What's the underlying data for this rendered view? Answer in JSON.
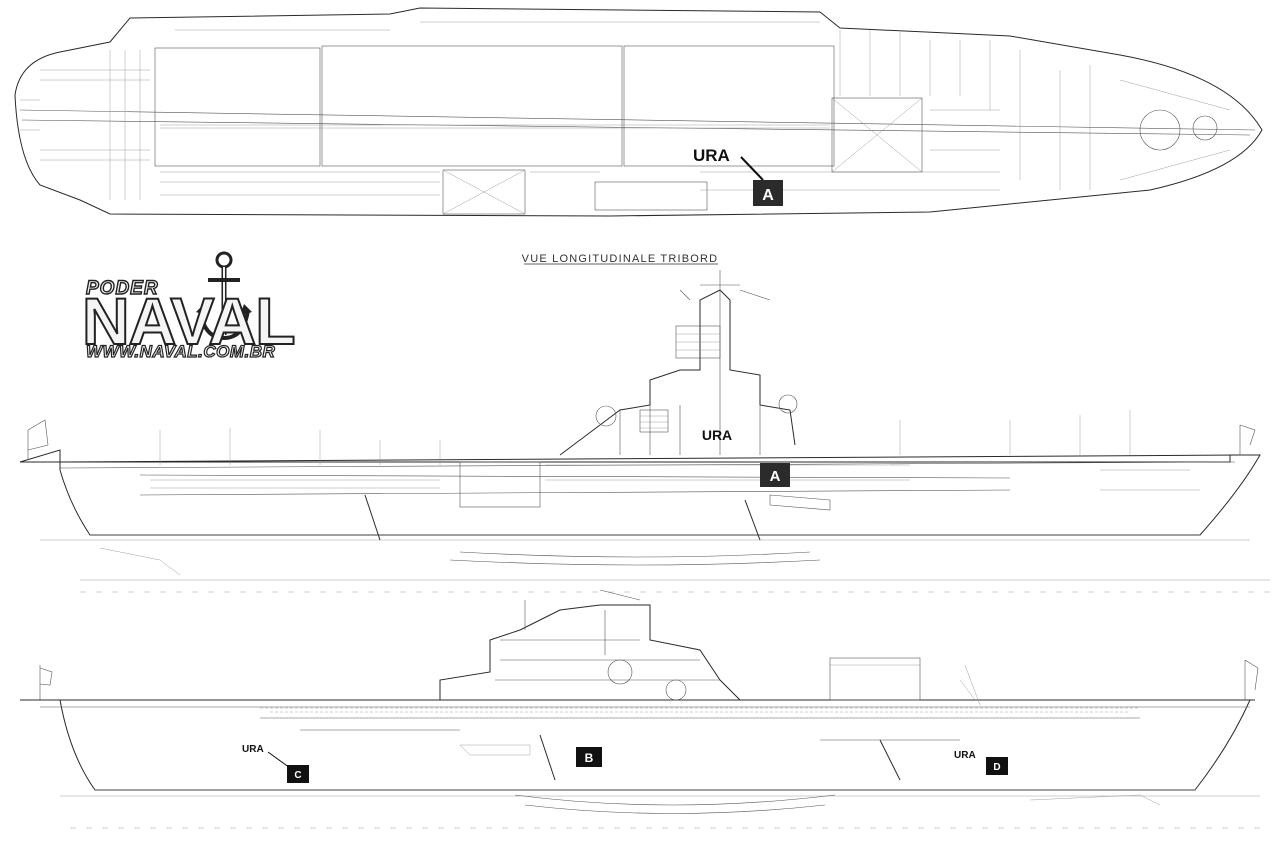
{
  "drawing": {
    "view_title": "VUE LONGITUDINALE TRIBORD"
  },
  "logo": {
    "top": "PODER",
    "main": "NAVAL",
    "url": "WWW.NAVAL.COM.BR"
  },
  "markers": {
    "ura_label": "URA",
    "a": "A",
    "b": "B",
    "c": "C",
    "d": "D"
  },
  "colors": {
    "marker_dark": "#2b2b2b",
    "marker_black": "#111111",
    "ink": "#2a2a2a"
  }
}
